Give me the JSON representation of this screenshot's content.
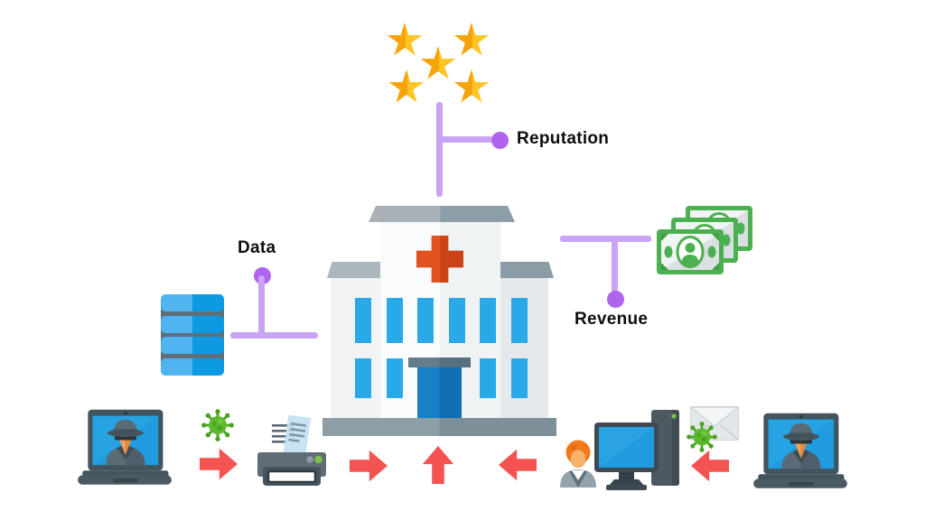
{
  "labels": {
    "reputation": "Reputation",
    "data": "Data",
    "revenue": "Revenue"
  },
  "icons": {
    "rating": "five-gold-stars",
    "building": "hospital-building",
    "data_store": "database-stack",
    "money": "cash-banknotes",
    "threat_left": "hacker-laptop",
    "threat_right": "hacker-laptop",
    "malware": "virus",
    "peripheral": "printer-with-documents",
    "insider": "employee-with-desktop-computer",
    "email_threat": "envelope-with-virus",
    "attack_flow": "red-arrows-toward-hospital"
  },
  "colors": {
    "purple_line": "#C9A4F4",
    "purple_dot": "#AF63EF",
    "arrow_red": "#F45351",
    "star_dark": "#F5A50A",
    "star_light": "#FFC426",
    "window_blue": "#2AA9E9",
    "door_blue": "#1780C7",
    "cross_red": "#D94A1B",
    "virus_green": "#5CBA2C",
    "virus_green_dark": "#4AA31F",
    "money_green": "#4CAF50",
    "screen_blue": "#1E9CDF",
    "slate": "#46565F",
    "roof_gray": "#A8B2B8",
    "roof_gray_dark": "#8C9EA7"
  }
}
